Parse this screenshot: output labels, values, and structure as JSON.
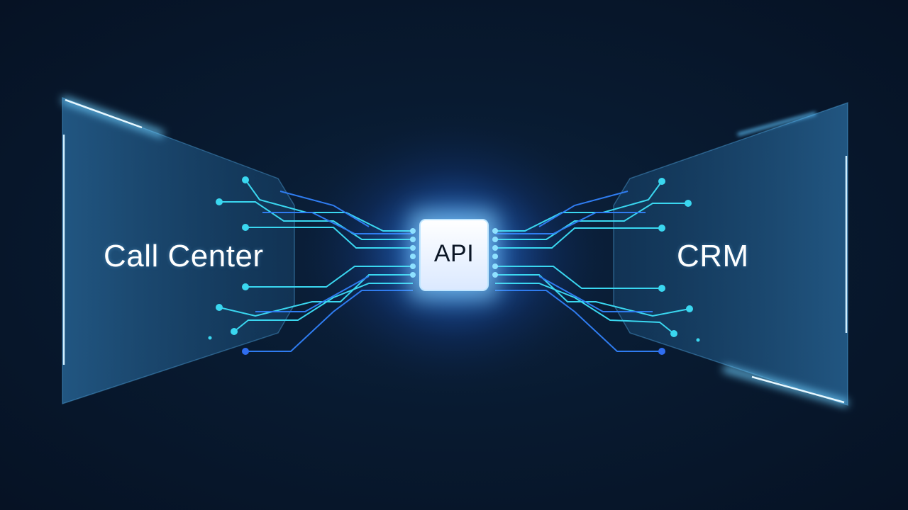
{
  "diagram": {
    "left_node": {
      "label": "Call Center"
    },
    "center_node": {
      "label": "API"
    },
    "right_node": {
      "label": "CRM"
    }
  },
  "colors": {
    "background": "#071527",
    "panel_fill": "#1a4a74",
    "glow": "#3fa9ff",
    "trace_cyan": "#3ad7f0",
    "trace_blue": "#2f6df0",
    "chip": "#f2f7ff"
  },
  "icons": [
    "circuit-trace-icon",
    "chip-icon"
  ]
}
